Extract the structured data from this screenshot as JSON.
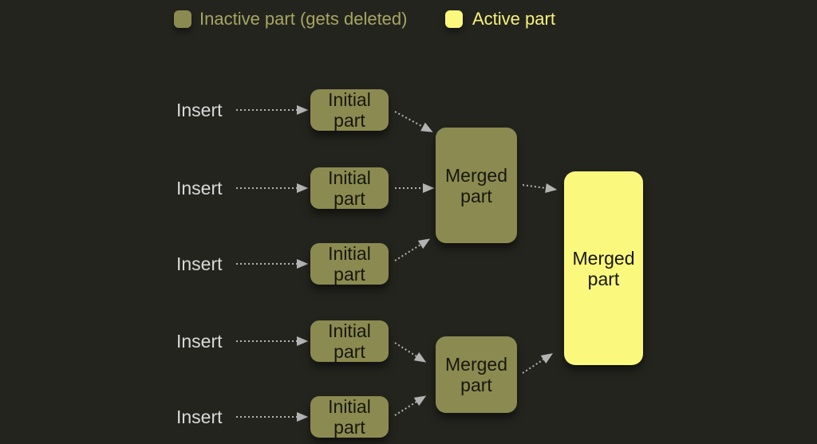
{
  "legend": {
    "items": [
      {
        "id": "inactive",
        "label": "Inactive part (gets deleted)"
      },
      {
        "id": "active",
        "label": "Active part"
      }
    ]
  },
  "diagram": {
    "insert_label": "Insert",
    "initial_part_label": "Initial part",
    "merged_part_label": "Merged part"
  },
  "colors": {
    "background": "#24241f",
    "inactiveFill": "#8b8b51",
    "activeFill": "#fbf87e",
    "inactiveText": "#a6a662",
    "activeText": "#f6f37b",
    "insertText": "#d9d9d9",
    "arrow": "#b3b3b3",
    "nodeText": "#17170f"
  }
}
